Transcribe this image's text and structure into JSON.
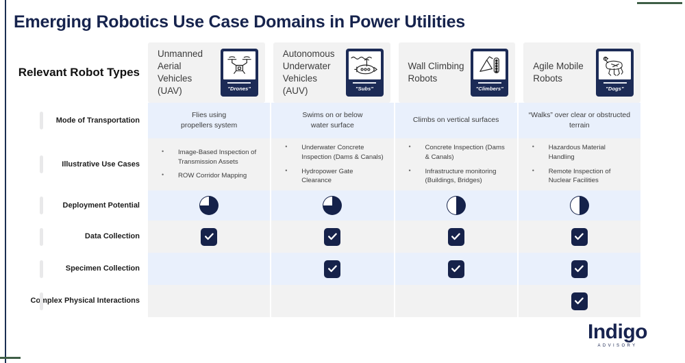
{
  "slide": {
    "title": "Emerging Robotics Use Case Domains in Power Utilities",
    "accent_navy": "#16234d",
    "accent_green": "#3e5e46",
    "row_blue": "#e9f0fc",
    "row_gray": "#f2f2f2"
  },
  "header": {
    "label": "Relevant Robot Types",
    "columns": [
      {
        "name": "Unmanned Aerial Vehicles (UAV)",
        "caption": "\"Drones\"",
        "icon": "drone-icon"
      },
      {
        "name": "Autonomous Underwater Vehicles (AUV)",
        "caption": "\"Subs\"",
        "icon": "submarine-icon"
      },
      {
        "name": "Wall Climbing Robots",
        "caption": "\"Climbers\"",
        "icon": "wall-climber-icon"
      },
      {
        "name": "Agile Mobile Robots",
        "caption": "\"Dogs\"",
        "icon": "robot-dog-icon"
      }
    ]
  },
  "rows": [
    {
      "label": "Mode of Transportation",
      "type": "text",
      "shade": "blue",
      "cells": [
        "Flies using\npropellers system",
        "Swims on or below\nwater surface",
        "Climbs on vertical surfaces",
        "“Walks” over clear or obstructed terrain"
      ]
    },
    {
      "label": "Illustrative Use Cases",
      "type": "bullets",
      "shade": "gray",
      "cells": [
        [
          "Image-Based Inspection of Transmission Assets",
          "ROW Corridor Mapping"
        ],
        [
          "Underwater Concrete Inspection (Dams & Canals)",
          "Hydropower Gate Clearance"
        ],
        [
          "Concrete Inspection (Dams & Canals)",
          "Infrastructure monitoring (Buildings, Bridges)"
        ],
        [
          "Hazardous Material Handling",
          "Remote Inspection of Nuclear Facilities"
        ]
      ]
    },
    {
      "label": "Deployment Potential",
      "type": "pie",
      "shade": "blue",
      "cells": [
        "75",
        "75",
        "50",
        "50"
      ]
    },
    {
      "label": "Data Collection",
      "type": "check",
      "shade": "gray",
      "cells": [
        true,
        true,
        true,
        true
      ]
    },
    {
      "label": "Specimen Collection",
      "type": "check",
      "shade": "blue",
      "cells": [
        false,
        true,
        true,
        true
      ]
    },
    {
      "label": "Complex Physical Interactions",
      "type": "check",
      "shade": "gray",
      "cells": [
        false,
        false,
        false,
        true
      ]
    }
  ],
  "logo": {
    "word": "Indigo",
    "sub": "ADVISORY"
  }
}
